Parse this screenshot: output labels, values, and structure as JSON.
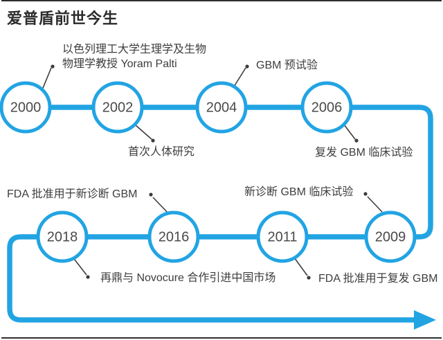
{
  "page": {
    "title": "爱普盾前世今生"
  },
  "colors": {
    "timeline_blue": "#22A4E3",
    "text_dark": "#3D3D3D",
    "year_gray": "#4A4A4A",
    "connector_dark": "#3C3C3C",
    "border_dark": "#2E2E2E",
    "title_dark": "#2B2B2B"
  },
  "timeline": {
    "events": [
      {
        "year": "2000",
        "annotation": "以色列理工大学生理学及生物\n物理学教授 Yoram Palti",
        "annotation_side": "above"
      },
      {
        "year": "2002",
        "annotation": "首次人体研究",
        "annotation_side": "below"
      },
      {
        "year": "2004",
        "annotation": "GBM 预试验",
        "annotation_side": "above"
      },
      {
        "year": "2006",
        "annotation": "复发 GBM 临床试验",
        "annotation_side": "below"
      },
      {
        "year": "2018",
        "annotation": "再鼎与 Novocure 合作引进中国市场",
        "annotation_side": "below"
      },
      {
        "year": "2016",
        "annotation": "FDA 批准用于新诊断 GBM",
        "annotation_side": "above"
      },
      {
        "year": "2011",
        "annotation": "FDA 批准用于复发 GBM",
        "annotation_side": "below"
      },
      {
        "year": "2009",
        "annotation": "新诊断 GBM 临床试验",
        "annotation_side": "above"
      }
    ]
  }
}
